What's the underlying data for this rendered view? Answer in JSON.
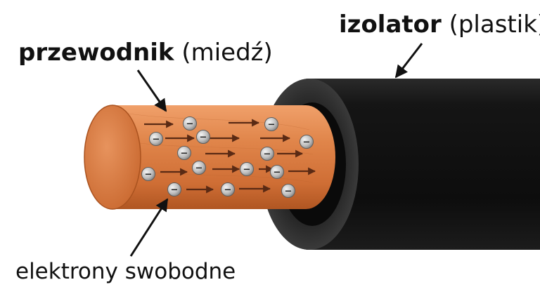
{
  "labels": {
    "insulator": {
      "bold": "izolator",
      "rest": " (plastik)"
    },
    "conductor": {
      "bold": "przewodnik",
      "rest": " (miedź)"
    },
    "electrons": {
      "text": "elektrony swobodne"
    }
  },
  "electron_symbol": "−",
  "colors": {
    "copper": "#d9793f",
    "copper_dark": "#b65a26",
    "insulator": "#141414",
    "insulator_cut": "#2e2e2e",
    "electron": "#c8c8c8",
    "arrow": "#5a2a14",
    "pointer": "#111111"
  }
}
